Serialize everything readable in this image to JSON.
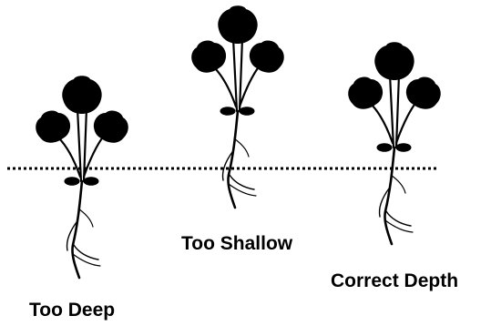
{
  "labels": {
    "too_deep": "Too Deep",
    "too_shallow": "Too Shallow",
    "correct_depth": "Correct Depth"
  },
  "colors": {
    "ink": "#000000",
    "background": "#ffffff"
  }
}
